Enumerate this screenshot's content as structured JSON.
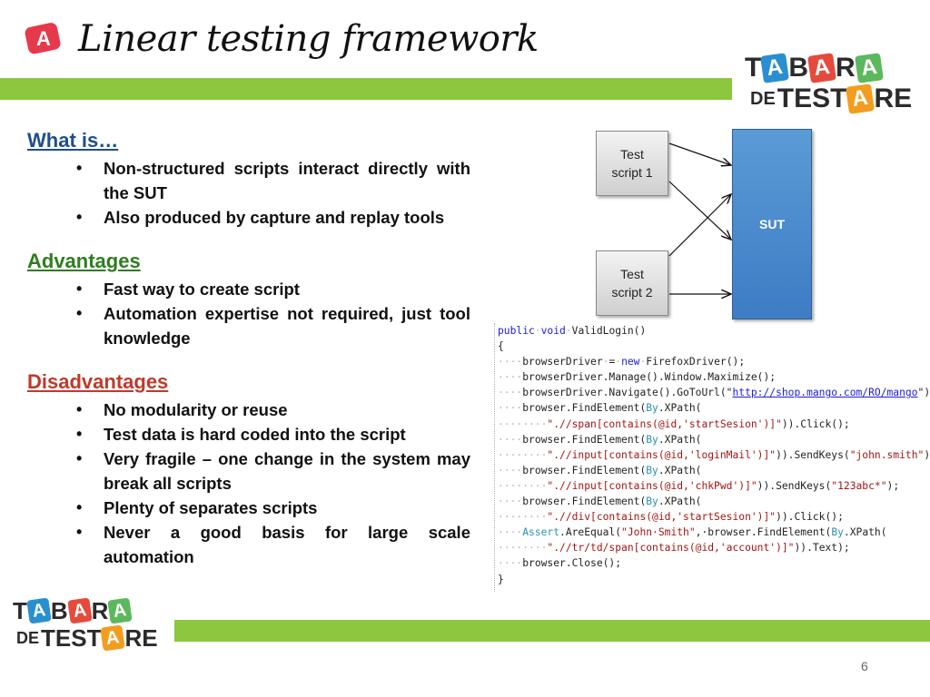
{
  "slide": {
    "title": "Linear testing framework",
    "page_number": "6",
    "title_icon_letter": "A",
    "colors": {
      "accent_bar": "#8dc63f",
      "heading_what": "#1f4e8c",
      "heading_adv": "#2e7d1f",
      "heading_dis": "#c0392b",
      "sut": "#4a89cf"
    }
  },
  "brand": {
    "row1": [
      "T",
      "A",
      "B",
      "A",
      "R",
      "A"
    ],
    "row2_prefix": "DE",
    "row2": [
      "T",
      "E",
      "S",
      "T",
      "A",
      "R",
      "E"
    ]
  },
  "sections": [
    {
      "heading": "What is…",
      "items": [
        "Non-structured scripts interact directly with the SUT",
        "Also produced by capture and replay tools"
      ]
    },
    {
      "heading": "Advantages",
      "items": [
        "Fast way to create script",
        "Automation expertise not required, just tool knowledge"
      ]
    },
    {
      "heading": "Disadvantages",
      "items": [
        "No modularity or reuse",
        "Test data is hard coded into the script",
        "Very fragile – one change in the system may break all scripts",
        "Plenty of separates scripts",
        "Never a good basis for large scale automation"
      ]
    }
  ],
  "diagram": {
    "test_script_1": [
      "Test",
      "script 1"
    ],
    "test_script_2": [
      "Test",
      "script 2"
    ],
    "sut_label": "SUT"
  },
  "code": [
    [
      [
        "kw",
        "public"
      ],
      [
        "ws",
        "·"
      ],
      [
        "kw",
        "void"
      ],
      [
        "ws",
        "·"
      ],
      [
        "pl",
        "ValidLogin()"
      ]
    ],
    [
      [
        "pl",
        "{"
      ]
    ],
    [
      [
        "ws",
        "····"
      ],
      [
        "pl",
        "browserDriver"
      ],
      [
        "ws",
        "·"
      ],
      [
        "pl",
        "="
      ],
      [
        "ws",
        "·"
      ],
      [
        "kw",
        "new"
      ],
      [
        "ws",
        "·"
      ],
      [
        "pl",
        "FirefoxDriver();"
      ]
    ],
    [
      [
        "ws",
        "····"
      ],
      [
        "pl",
        "browserDriver.Manage().Window.Maximize();"
      ]
    ],
    [
      [
        "ws",
        "····"
      ],
      [
        "pl",
        "browserDriver.Navigate().GoToUrl(\""
      ],
      [
        "ur",
        "http://shop.mango.com/RO/mango"
      ],
      [
        "pl",
        "\");"
      ]
    ],
    [
      [
        "ws",
        "····"
      ],
      [
        "pl",
        "browser.FindElement("
      ],
      [
        "ty",
        "By"
      ],
      [
        "pl",
        ".XPath("
      ]
    ],
    [
      [
        "ws",
        "········"
      ],
      [
        "st",
        "\".//span[contains(@id,'startSesion')]\""
      ],
      [
        "pl",
        ")).Click();"
      ]
    ],
    [
      [
        "ws",
        "····"
      ],
      [
        "pl",
        "browser.FindElement("
      ],
      [
        "ty",
        "By"
      ],
      [
        "pl",
        ".XPath("
      ]
    ],
    [
      [
        "ws",
        "········"
      ],
      [
        "st",
        "\".//input[contains(@id,'loginMail')]\""
      ],
      [
        "pl",
        ")).SendKeys("
      ],
      [
        "st",
        "\"john.smith\""
      ],
      [
        "pl",
        ");"
      ]
    ],
    [
      [
        "ws",
        "····"
      ],
      [
        "pl",
        "browser.FindElement("
      ],
      [
        "ty",
        "By"
      ],
      [
        "pl",
        ".XPath("
      ]
    ],
    [
      [
        "ws",
        "········"
      ],
      [
        "st",
        "\".//input[contains(@id,'chkPwd')]\""
      ],
      [
        "pl",
        ")).SendKeys("
      ],
      [
        "st",
        "\"123abc*\""
      ],
      [
        "pl",
        ");"
      ]
    ],
    [
      [
        "ws",
        "····"
      ],
      [
        "pl",
        "browser.FindElement("
      ],
      [
        "ty",
        "By"
      ],
      [
        "pl",
        ".XPath("
      ]
    ],
    [
      [
        "ws",
        "········"
      ],
      [
        "st",
        "\".//div[contains(@id,'startSesion')]\""
      ],
      [
        "pl",
        ")).Click();"
      ]
    ],
    [
      [
        "ws",
        "····"
      ],
      [
        "ty",
        "Assert"
      ],
      [
        "pl",
        ".AreEqual("
      ],
      [
        "st",
        "\"John·Smith\""
      ],
      [
        "pl",
        ",·browser.FindElement("
      ],
      [
        "ty",
        "By"
      ],
      [
        "pl",
        ".XPath("
      ]
    ],
    [
      [
        "ws",
        "········"
      ],
      [
        "st",
        "\".//tr/td/span[contains(@id,'account')]\""
      ],
      [
        "pl",
        ")).Text);"
      ]
    ],
    [
      [
        "ws",
        "····"
      ],
      [
        "pl",
        "browser.Close();"
      ]
    ],
    [
      [
        "pl",
        "}"
      ]
    ]
  ]
}
